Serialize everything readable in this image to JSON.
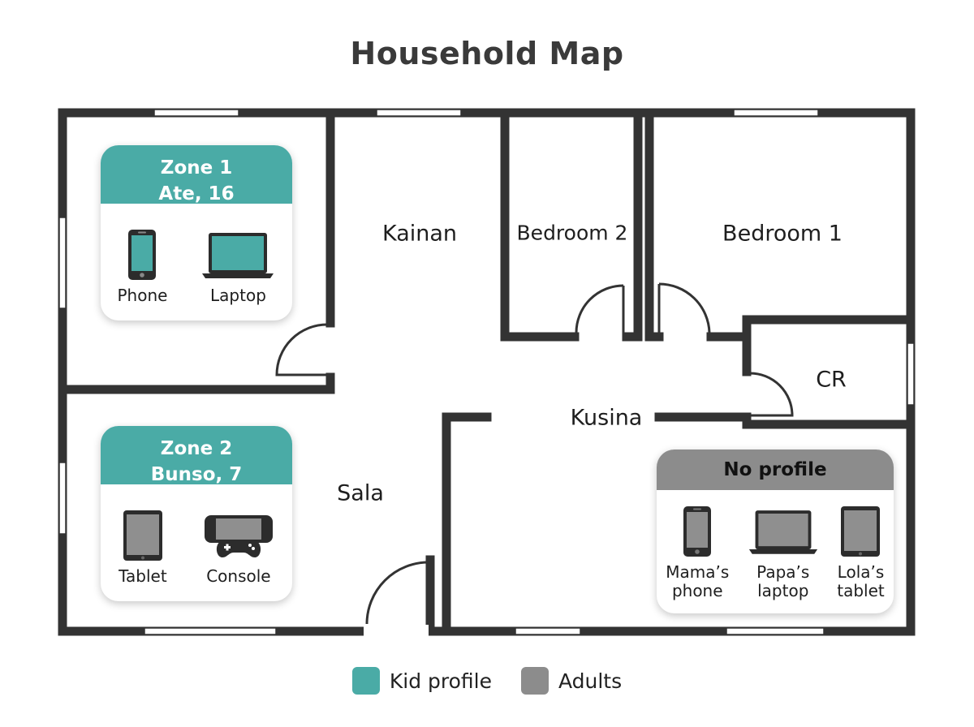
{
  "title": "Household Map",
  "rooms": {
    "kainan": "Kainan",
    "bedroom2": "Bedroom 2",
    "bedroom1": "Bedroom 1",
    "cr": "CR",
    "kusina": "Kusina",
    "sala": "Sala"
  },
  "zone1": {
    "line1": "Zone 1",
    "line2": "Ate, 16",
    "devices": [
      {
        "icon": "phone-icon",
        "label": "Phone"
      },
      {
        "icon": "laptop-icon",
        "label": "Laptop"
      }
    ]
  },
  "zone2": {
    "line1": "Zone 2",
    "line2": "Bunso, 7",
    "devices": [
      {
        "icon": "tablet-icon",
        "label": "Tablet"
      },
      {
        "icon": "console-icon",
        "label": "Console"
      }
    ]
  },
  "no_profile": {
    "heading": "No profile",
    "devices": [
      {
        "icon": "phone-icon",
        "label": "Mama’s\nphone"
      },
      {
        "icon": "laptop-icon",
        "label": "Papa’s\nlaptop"
      },
      {
        "icon": "tablet-icon",
        "label": "Lola’s\ntablet"
      }
    ]
  },
  "legend": {
    "kid_profile": "Kid profile",
    "adults": "Adults"
  },
  "colors": {
    "kid_profile": "#4aaba6",
    "adults": "#8c8c8c",
    "wall": "#333333"
  }
}
